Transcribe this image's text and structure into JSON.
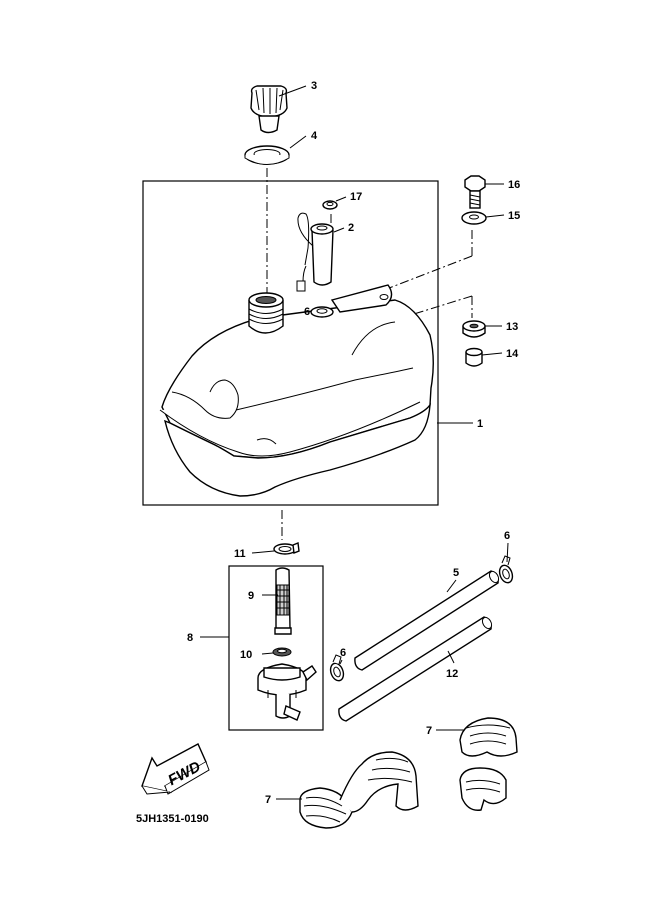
{
  "diagram": {
    "drawing_code": "5JH1351-0190",
    "direction_label": "FWD",
    "callouts": {
      "fuel_tank": "1",
      "fuel_gauge": "2",
      "tank_cap": "3",
      "cap_gasket": "4",
      "fuel_pipe_1": "5",
      "hose_clip_upper": "6",
      "hose_clip_lower": "6",
      "clamp_lower": "7",
      "clamp_upper": "7",
      "fuel_cock_assy": "8",
      "strainer": "9",
      "o_ring": "10",
      "tank_clip": "11",
      "fuel_pipe_2": "12",
      "damper": "13",
      "collar": "14",
      "washer": "15",
      "bolt": "16",
      "grommet": "17",
      "gauge_screw": "6"
    }
  }
}
